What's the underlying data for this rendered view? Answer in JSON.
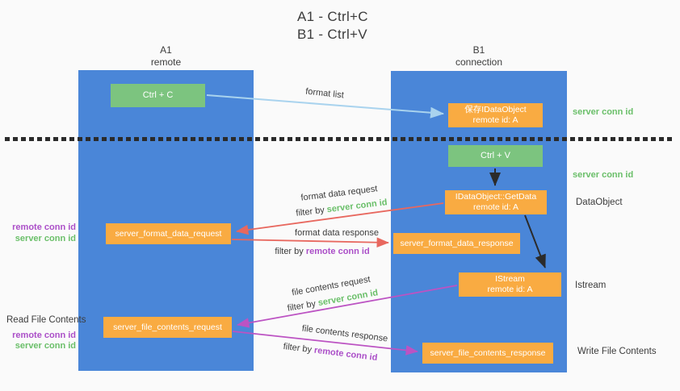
{
  "title": {
    "line1": "A1 - Ctrl+C",
    "line2": "B1 - Ctrl+V"
  },
  "panels": {
    "left": {
      "name": "A1",
      "subtitle": "remote"
    },
    "right": {
      "name": "B1",
      "subtitle": "connection"
    }
  },
  "nodes": {
    "ctrl_c": {
      "label": "Ctrl + C"
    },
    "save_dataobject": {
      "line1": "保存IDataObject",
      "line2": "remote id: A"
    },
    "ctrl_v": {
      "label": "Ctrl + V"
    },
    "getdata": {
      "line1": "IDataObject::GetData",
      "line2": "remote id: A"
    },
    "format_request": {
      "label": "server_format_data_request"
    },
    "format_response": {
      "label": "server_format_data_response"
    },
    "istream": {
      "line1": "IStream",
      "line2": "remote id: A"
    },
    "file_request": {
      "label": "server_file_contents_request"
    },
    "file_response": {
      "label": "server_file_contents_response"
    }
  },
  "flow_labels": {
    "format_list": "format list",
    "format_data_request": "format data request",
    "format_data_request_filter": {
      "prefix": "filter by",
      "id": "server conn id"
    },
    "format_data_response": "format data response",
    "format_data_response_filter": {
      "prefix": "filter by",
      "id": "remote conn id"
    },
    "file_contents_request": "file contents request",
    "file_contents_request_filter": {
      "prefix": "filter by",
      "id": "server conn id"
    },
    "file_contents_response": "file contents response",
    "file_contents_response_filter": {
      "prefix": "filter by",
      "id": "remote conn id"
    }
  },
  "margin_labels": {
    "left": {
      "format_remote": "remote conn id",
      "format_server": "server conn id",
      "read_file": "Read File Contents",
      "file_remote": "remote conn id",
      "file_server": "server conn id"
    },
    "right": {
      "server_conn_top": "server conn id",
      "server_conn_mid": "server conn id",
      "dataobject": "DataObject",
      "istream": "Istream",
      "write_file": "Write File Contents"
    }
  },
  "colors": {
    "panel_blue": "#4a86d8",
    "box_green": "#7cc47f",
    "box_orange": "#f9ab42",
    "label_green": "#6abf69",
    "label_purple": "#ab4fc8",
    "arrow_red": "#e8685f",
    "arrow_magenta": "#bc53c3",
    "arrow_lightblue": "#a9d3ee",
    "arrow_black": "#2b2b2b"
  }
}
